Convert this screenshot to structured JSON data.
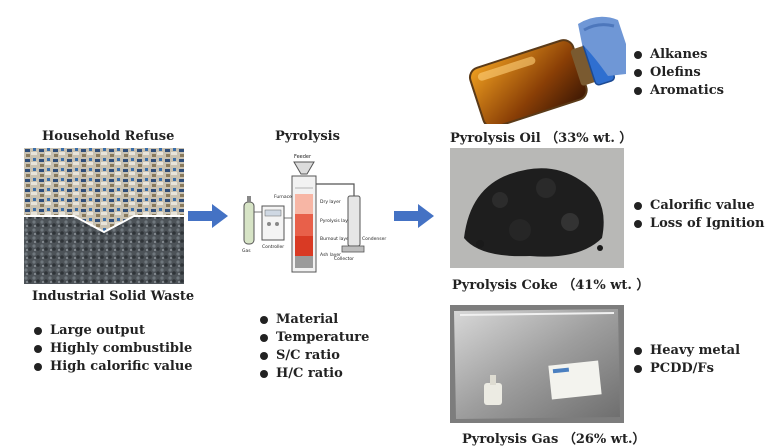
{
  "feedstock": {
    "top_label": "Household Refuse",
    "bottom_label": "Industrial Solid Waste",
    "bullets": [
      "Large output",
      "Highly combustible",
      "High calorific value"
    ]
  },
  "process": {
    "title": "Pyrolysis",
    "reactor_labels": {
      "feeder": "Feeder",
      "furnace": "Furnace",
      "dry_layer": "Dry layer",
      "pyrolysis_layer": "Pyrolysis layer",
      "burnout_layer": "Burnout layer",
      "ash_layer": "Ash layer",
      "condenser": "Condenser",
      "collector": "Collector",
      "controller": "Controller",
      "gas": "Gas"
    },
    "bullets": [
      "Material",
      "Temperature",
      "S/C ratio",
      "H/C ratio"
    ]
  },
  "products": {
    "oil": {
      "label": "Pyrolysis Oil （33% wt. ）",
      "bullets": [
        "Alkanes",
        "Olefins",
        "Aromatics"
      ]
    },
    "coke": {
      "label": "Pyrolysis Coke （41% wt. ）",
      "bullets": [
        "Calorific value",
        "Loss of Ignition"
      ]
    },
    "gas": {
      "label": "Pyrolysis Gas （26% wt.）",
      "bullets": [
        "Heavy metal",
        "PCDD/Fs"
      ]
    }
  },
  "colors": {
    "arrow": "#4472c4"
  }
}
